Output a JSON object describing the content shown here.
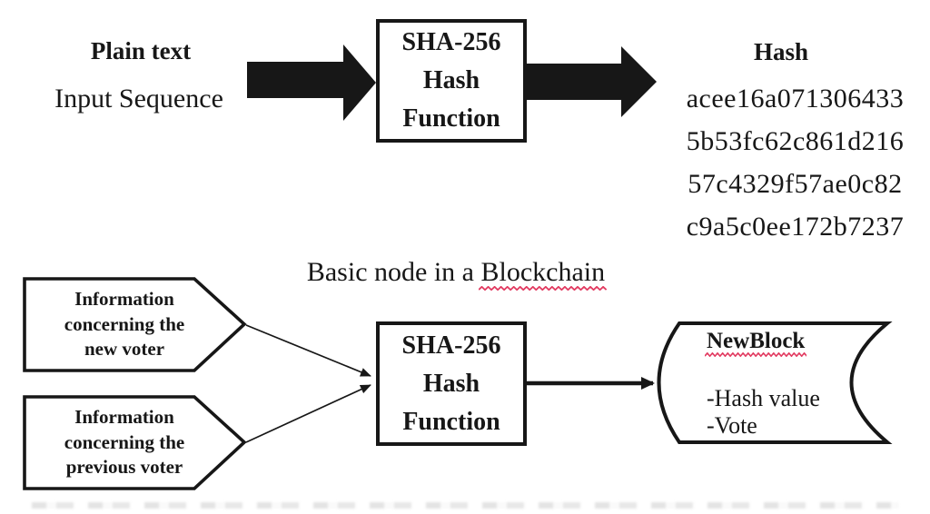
{
  "colors": {
    "ink": "#171717",
    "spellcheck_squiggle": "#e23a60",
    "canvas": "#ffffff"
  },
  "top_flow": {
    "input_title": "Plain text",
    "input_subtitle": "Input Sequence",
    "hash_box": {
      "line1": "SHA-256",
      "line2": "Hash",
      "line3": "Function"
    },
    "output_title": "Hash",
    "hash_lines": [
      "acee16a071306433",
      "5b53fc62c861d216",
      "57c4329f57ae0c82",
      "c9a5c0ee172b7237"
    ]
  },
  "section_title": {
    "prefix": "Basic node in a ",
    "highlight": "Blockchain"
  },
  "bottom_flow": {
    "tag_new_voter": {
      "line1": "Information",
      "line2": "concerning the",
      "line3": "new voter"
    },
    "tag_previous_voter": {
      "line1": "Information",
      "line2": "concerning the",
      "line3": "previous voter"
    },
    "hash_box": {
      "line1": "SHA-256",
      "line2": "Hash",
      "line3": "Function"
    },
    "new_block": {
      "title": "NewBlock",
      "item1": "-Hash value",
      "item2": "-Vote"
    }
  }
}
